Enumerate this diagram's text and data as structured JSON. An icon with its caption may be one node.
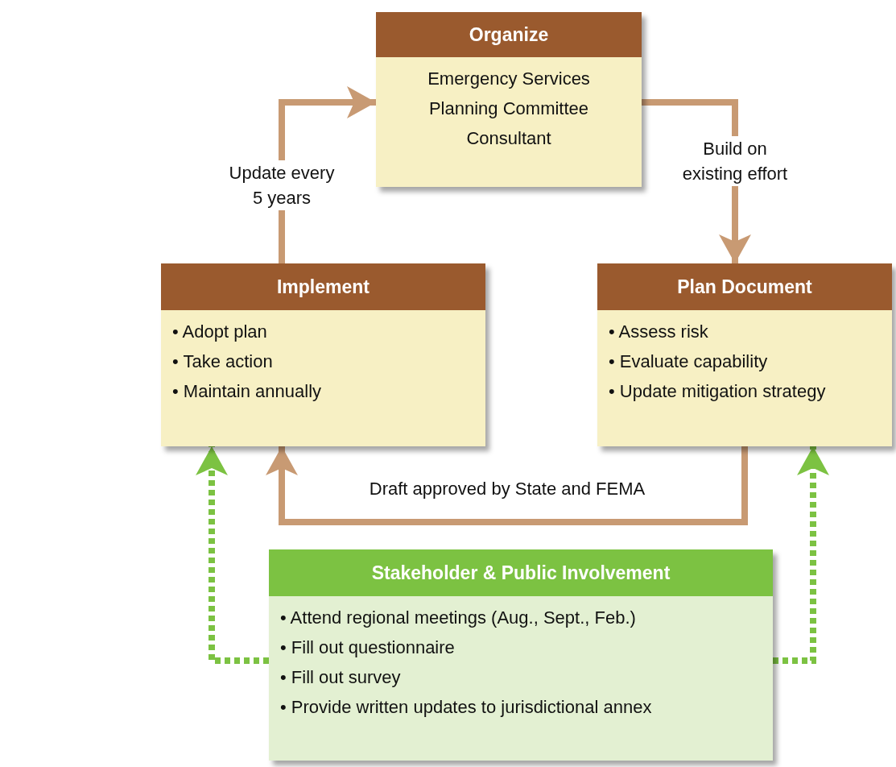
{
  "diagram": {
    "nodes": [
      {
        "text": [
          "Organize",
          "Emergency Services",
          "Planning Committee",
          "Consultant"
        ]
      },
      {
        "text": [
          "Implement",
          "• Adopt plan",
          "• Take action",
          "• Maintain annually"
        ]
      },
      {
        "text": [
          "Plan Document",
          "• Assess risk",
          "• Evaluate capability",
          "• Update mitigation strategy"
        ]
      },
      {
        "text": [
          "Stakeholder & Public Involvement",
          "• Attend regional meetings (Aug., Sept., Feb.)",
          "• Fill out questionnaire",
          "• Fill out survey",
          "• Provide written updates to jurisdictional annex"
        ]
      }
    ],
    "edges": [
      {
        "from": 1,
        "to": 0,
        "arrow": "to",
        "label": "Update every 5 years"
      },
      {
        "from": 0,
        "to": 2,
        "arrow": "to",
        "label": "Build on existing effort"
      },
      {
        "from": 2,
        "to": 1,
        "arrow": "to",
        "label": "Draft approved by State and FEMA"
      },
      {
        "from": 3,
        "to": 1,
        "arrow": "to",
        "style": "dashed",
        "color": "#7cc242"
      },
      {
        "from": 3,
        "to": 2,
        "arrow": "to",
        "style": "dashed",
        "color": "#7cc242"
      }
    ]
  }
}
